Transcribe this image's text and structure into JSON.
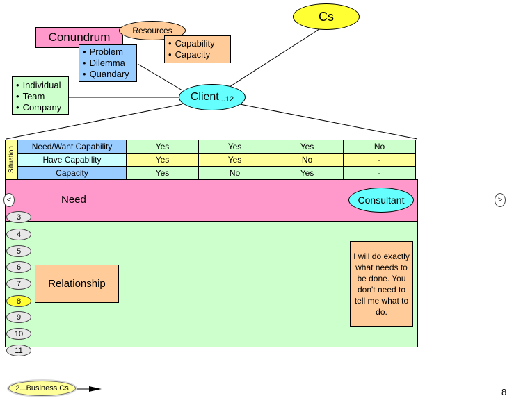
{
  "cs_label": "Cs",
  "conundrum": {
    "title": "Conundrum",
    "resources_label": "Resources",
    "items": [
      "Problem",
      "Dilemma",
      "Quandary"
    ]
  },
  "capability_list": [
    "Capability",
    "Capacity"
  ],
  "entity_list": [
    "Individual",
    "Team",
    "Company"
  ],
  "client": {
    "label": "Client",
    "ref": "...12"
  },
  "situation": {
    "side_label": "Situation",
    "rows": [
      {
        "label": "Need/Want Capability",
        "cells": [
          "Yes",
          "Yes",
          "Yes",
          "No"
        ]
      },
      {
        "label": "Have Capability",
        "cells": [
          "Yes",
          "Yes",
          "No",
          "-"
        ]
      },
      {
        "label": "Capacity",
        "cells": [
          "Yes",
          "No",
          "Yes",
          "-"
        ]
      }
    ]
  },
  "nav": {
    "prev": "<",
    "next": ">"
  },
  "need_label": "Need",
  "consultant_label": "Consultant",
  "relationship_label": "Relationship",
  "quote": "I will do exactly what needs to be done.  You don't need to tell me what to do.",
  "pages": [
    "3",
    "4",
    "5",
    "6",
    "7",
    "8",
    "9",
    "10",
    "11"
  ],
  "active_page": "8",
  "back_link": "2...Business Cs",
  "page_number": "8",
  "colors": {
    "yellow": "#ffff33",
    "cyan": "#66ffff",
    "pink": "#ff99cc",
    "green_light": "#ccffcc",
    "peach": "#ffcc99",
    "blue": "#99ccff",
    "pale_cyan": "#ccffff",
    "pale_yellow": "#ffff99"
  }
}
